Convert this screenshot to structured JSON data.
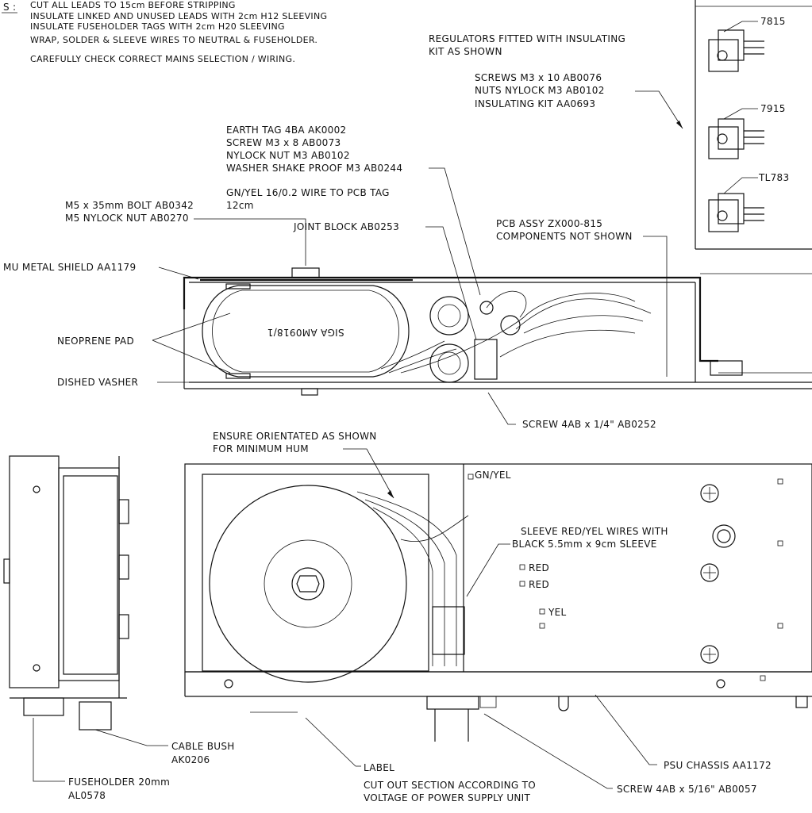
{
  "notes": {
    "prefix": "S :",
    "lines": [
      "CUT ALL LEADS TO 15cm BEFORE STRIPPING",
      "INSULATE LINKED AND UNUSED LEADS WITH 2cm H12 SLEEVING",
      "INSULATE FUSEHOLDER TAGS WITH 2cm H20 SLEEVING",
      "WRAP, SOLDER & SLEEVE WIRES TO NEUTRAL & FUSEHOLDER.",
      "CAREFULLY CHECK CORRECT MAINS SELECTION / WIRING."
    ]
  },
  "regulators": {
    "heading": [
      "REGULATORS FITTED WITH INSULATING",
      "KIT AS SHOWN"
    ],
    "hardware": [
      "SCREWS M3 x 10 AB0076",
      "NUTS NYLOCK M3 AB0102",
      "INSULATING KIT AA0693"
    ],
    "parts": [
      "7815",
      "7915",
      "TL783"
    ]
  },
  "earth_tag": [
    "EARTH TAG 4BA AK0002",
    "SCREW M3 x 8 AB0073",
    "NYLOCK NUT M3 AB0102",
    "WASHER SHAKE PROOF M3 AB0244"
  ],
  "wire_note": [
    "GN/YEL 16/0.2 WIRE TO PCB TAG",
    "12cm"
  ],
  "bolt": [
    "M5 x 35mm BOLT AB0342",
    "M5 NYLOCK NUT AB0270"
  ],
  "joint_block": "JOINT BLOCK AB0253",
  "pcb": [
    "PCB ASSY ZX000-815",
    "COMPONENTS NOT SHOWN"
  ],
  "shield": "MU METAL SHIELD AA1179",
  "pad": "NEOPRENE PAD",
  "washer": "DISHED VASHER",
  "transformer_text": "SIGA AM0918/1",
  "screw_top": "SCREW 4AB x 1/4\" AB0252",
  "orientation": [
    "ENSURE ORIENTATED AS SHOWN",
    "FOR MINIMUM HUM"
  ],
  "wire_tags": [
    "GN/YEL",
    "RED",
    "RED",
    "YEL"
  ],
  "sleeve": [
    "SLEEVE RED/YEL WIRES WITH",
    "BLACK 5.5mm x 9cm SLEEVE"
  ],
  "cable_bush": [
    "CABLE BUSH",
    "AK0206"
  ],
  "fuseholder": [
    "FUSEHOLDER 20mm",
    "AL0578"
  ],
  "label": "LABEL",
  "cutout": [
    "CUT OUT SECTION ACCORDING TO",
    "VOLTAGE OF POWER SUPPLY UNIT"
  ],
  "screw_bottom": "SCREW 4AB x 5/16\" AB0057",
  "chassis": "PSU CHASSIS AA1172"
}
